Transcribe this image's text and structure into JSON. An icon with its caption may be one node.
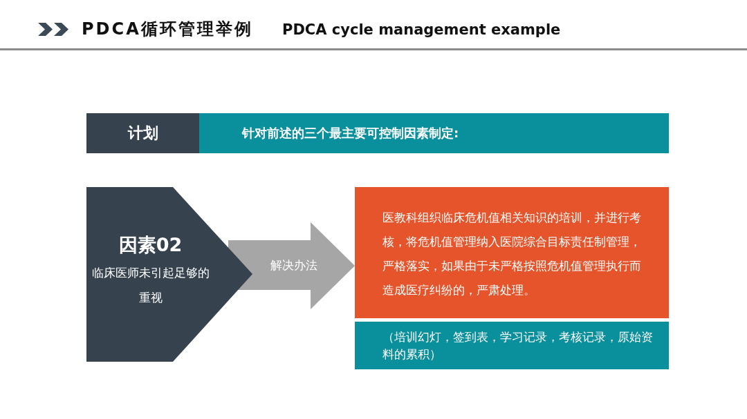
{
  "diagram": {
    "title": "PDCA循环管理举例",
    "nodes": [
      {
        "text": [
          "计划"
        ]
      },
      {
        "text": [
          "针对前述的三个最主要可控制因素制定:"
        ]
      },
      {
        "text": [
          "因素02",
          "临床医师未引起足够的重视"
        ]
      },
      {
        "text": [
          "医教科组织临床危机值相关知识的培训，并进行考核，将危机值管理纳入医院综合目标责任制管理，严格落实，如果由于未严格按照危机值管理执行而造成医疗纠纷的，严肃处理。"
        ]
      },
      {
        "text": [
          "（培训幻灯，签到表，学习记录，考核记录，原始资料的累积）"
        ]
      }
    ],
    "edges": [
      {
        "from": 2,
        "to": 3,
        "arrow": "to",
        "label": "解决办法",
        "style": "thick",
        "color": "#a6a6a6"
      }
    ],
    "labels": [
      "PDCA cycle management example"
    ]
  }
}
